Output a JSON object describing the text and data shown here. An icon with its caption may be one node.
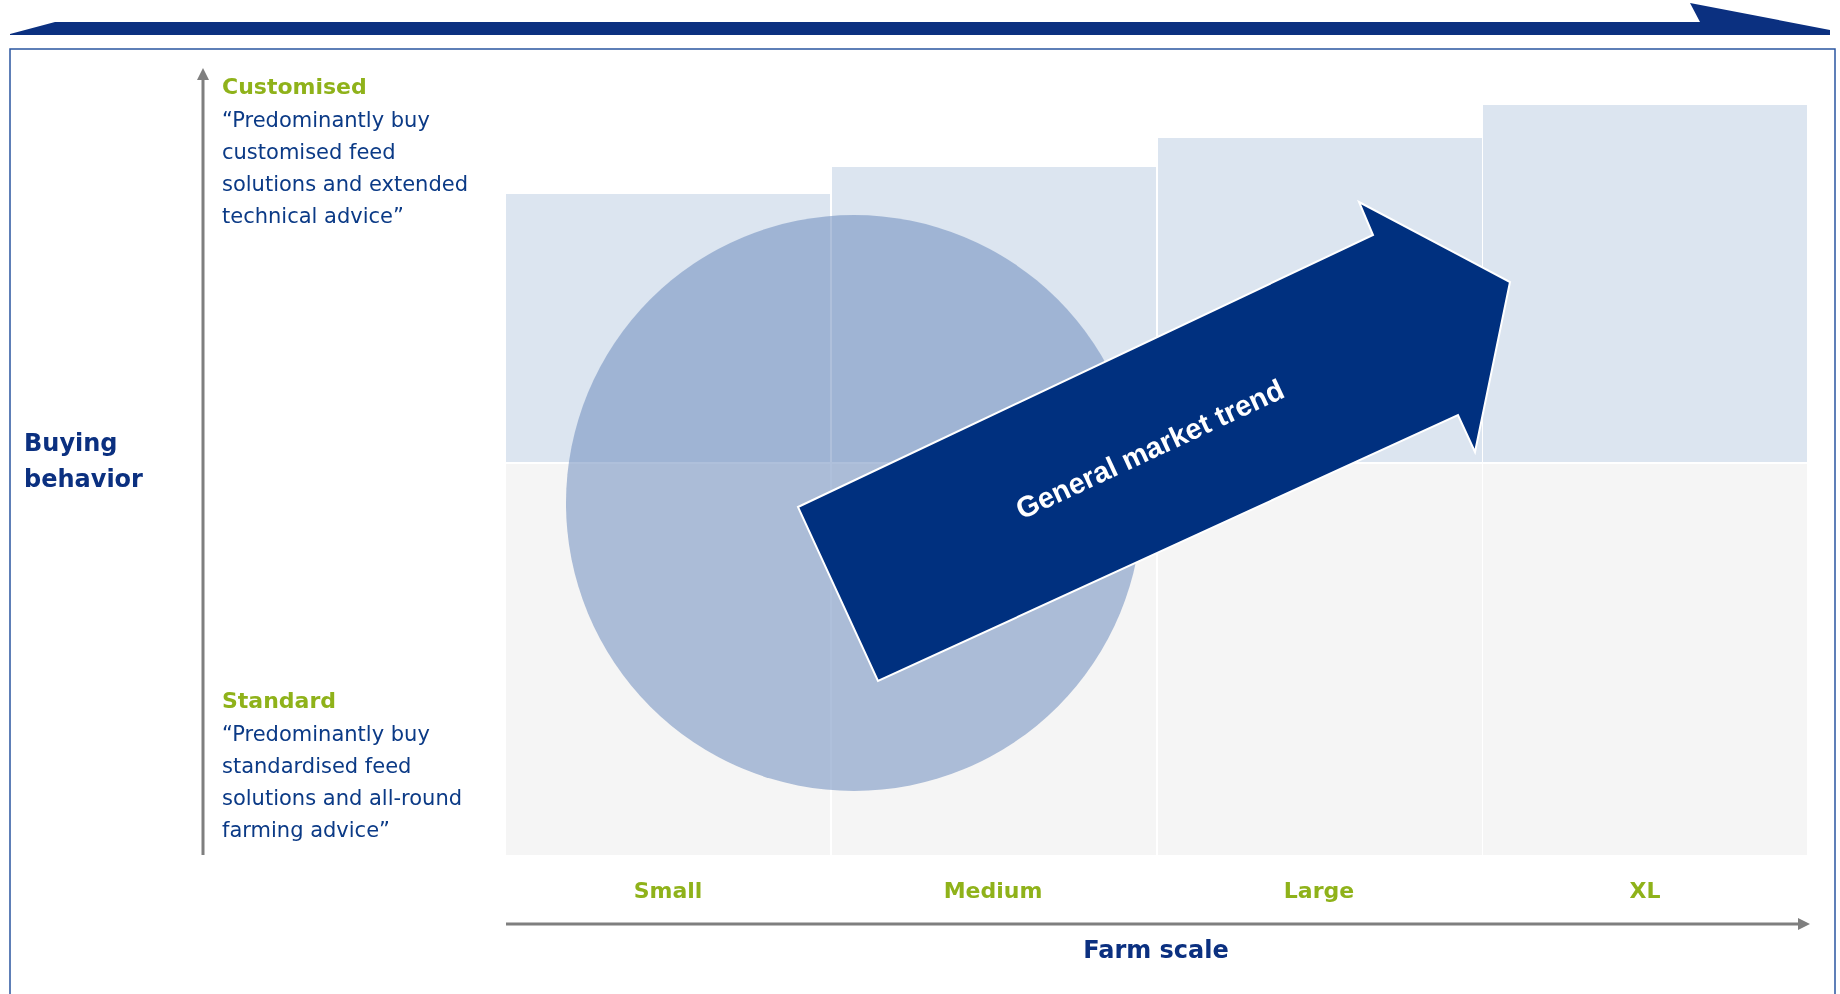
{
  "diagram": {
    "nodes": [
      {
        "text": [
          "General market trend"
        ]
      }
    ],
    "edges": [],
    "labels": [
      "Customised",
      "“Predominantly buy customised feed solutions and extended technical advice”",
      "Buying behavior",
      "Standard",
      "“Predominantly buy standardised feed solutions and all-round farming advice”",
      "Small",
      "Medium",
      "Large",
      "XL",
      "Farm scale"
    ]
  }
}
